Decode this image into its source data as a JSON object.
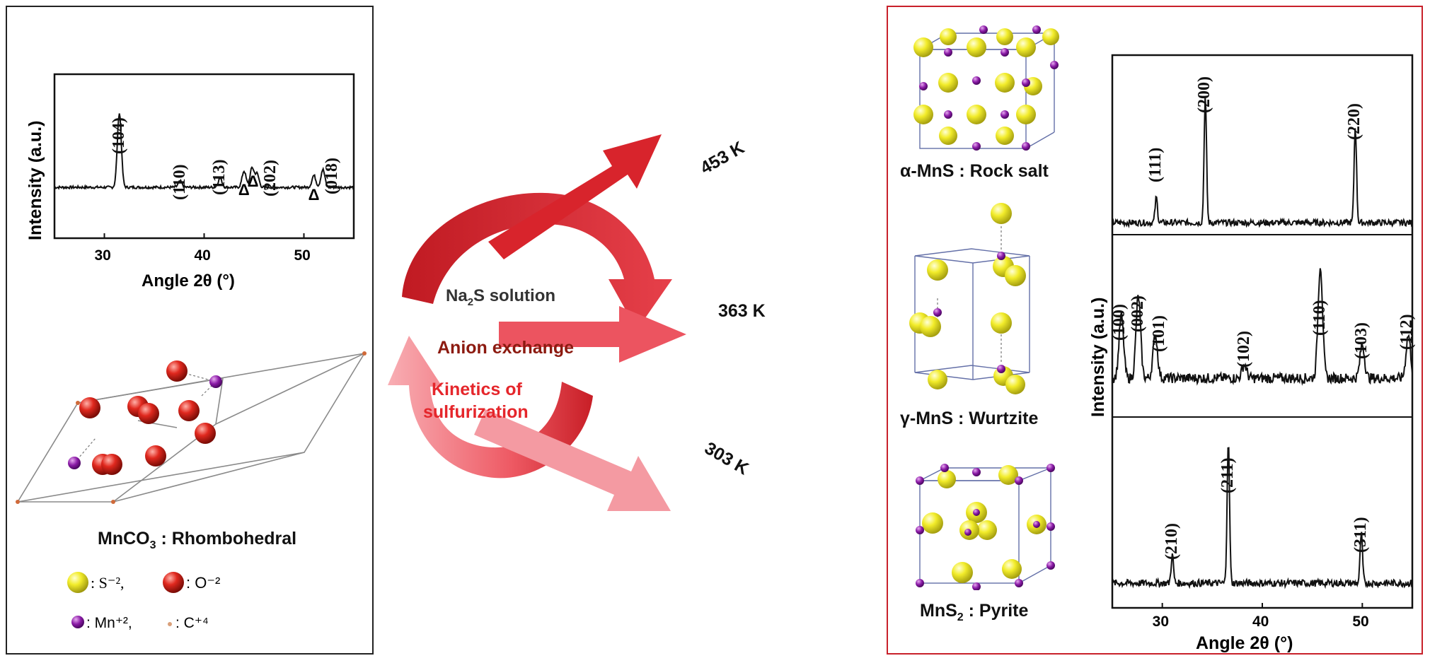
{
  "left_panel": {
    "xrd": {
      "ylabel": "Intensity (a.u.)",
      "xlabel": "Angle 2θ (°)",
      "ticks": [
        "30",
        "40",
        "50"
      ],
      "peaks": [
        "(104)",
        "(110)",
        "(113)",
        "(202)",
        "(018)"
      ],
      "impurity_marker": "Δ"
    },
    "structure_caption": {
      "formula": "MnCO",
      "sub": "3",
      "rest": " : Rhombohedral"
    },
    "legend": {
      "s": " : S⁻², ",
      "o": " : O⁻²",
      "mn": " : Mn⁺², ",
      "c": " : C⁺⁴"
    }
  },
  "center": {
    "cycle_text_1": {
      "pre": "Na",
      "sub": "2",
      "post": "S solution"
    },
    "cycle_text_2": "Anion exchange",
    "cycle_text_3_line1": "Kinetics of",
    "cycle_text_3_line2": "sulfurization",
    "arrow_top": "453 K",
    "arrow_mid": "363 K",
    "arrow_bot": "303 K",
    "colors": {
      "arrow_dark": "#d8242c",
      "arrow_mid": "#ec5460",
      "arrow_light": "#f49aa2",
      "anion_text": "#8c1a10",
      "kinetics_text": "#e5262b"
    }
  },
  "right_panel": {
    "structures": [
      {
        "caption": "α-MnS : Rock salt"
      },
      {
        "caption": "γ-MnS : Wurtzite"
      },
      {
        "caption_pre": "MnS",
        "caption_sub": "2",
        "caption_post": " : Pyrite"
      }
    ],
    "xrd": {
      "ylabel": "Intensity (a.u.)",
      "xlabel": "Angle 2θ (°)",
      "ticks": [
        "30",
        "40",
        "50"
      ],
      "top_peaks": [
        "(111)",
        "(200)",
        "(220)"
      ],
      "mid_peaks": [
        "(100)",
        "(002)",
        "(101)",
        "(102)",
        "(110)",
        "(103)",
        "(112)"
      ],
      "bot_peaks": [
        "(210)",
        "(211)",
        "(311)"
      ]
    }
  },
  "chart_data": [
    {
      "type": "line",
      "xlabel": "Angle 2θ (°)",
      "ylabel": "Intensity (a.u.)",
      "xlim": [
        25,
        55
      ],
      "peaks": [
        {
          "label": "(104)",
          "x": 31.5,
          "height": 1.0
        },
        {
          "label": "(110)",
          "x": 37.6,
          "height": 0.08
        },
        {
          "label": "(113)",
          "x": 41.6,
          "height": 0.12
        },
        {
          "label": "Δ",
          "x": 44.0,
          "height": 0.22
        },
        {
          "label": "Δ",
          "x": 44.8,
          "height": 0.26
        },
        {
          "label": "(202)",
          "x": 45.3,
          "height": 0.18
        },
        {
          "label": "Δ",
          "x": 51.0,
          "height": 0.16
        },
        {
          "label": "(018)",
          "x": 51.9,
          "height": 0.24
        }
      ]
    },
    {
      "type": "line",
      "name": "α-MnS",
      "xlabel": "Angle 2θ (°)",
      "ylabel": "Intensity (a.u.)",
      "xlim": [
        25,
        55
      ],
      "peaks": [
        {
          "label": "(111)",
          "x": 29.4,
          "height": 0.2
        },
        {
          "label": "(200)",
          "x": 34.3,
          "height": 1.0
        },
        {
          "label": "(220)",
          "x": 49.3,
          "height": 0.77
        }
      ]
    },
    {
      "type": "line",
      "name": "γ-MnS",
      "xlabel": "Angle 2θ (°)",
      "ylabel": "Intensity (a.u.)",
      "xlim": [
        25,
        55
      ],
      "peaks": [
        {
          "label": "(100)",
          "x": 25.9,
          "height": 0.55
        },
        {
          "label": "(002)",
          "x": 27.6,
          "height": 0.72
        },
        {
          "label": "(101)",
          "x": 29.3,
          "height": 0.38
        },
        {
          "label": "(102)",
          "x": 38.2,
          "height": 0.12
        },
        {
          "label": "(110)",
          "x": 45.8,
          "height": 1.0
        },
        {
          "label": "(103)",
          "x": 50.0,
          "height": 0.3
        },
        {
          "label": "(112)",
          "x": 54.6,
          "height": 0.38
        }
      ]
    },
    {
      "type": "line",
      "name": "MnS₂",
      "xlabel": "Angle 2θ (°)",
      "ylabel": "Intensity (a.u.)",
      "xlim": [
        25,
        55
      ],
      "peaks": [
        {
          "label": "(210)",
          "x": 31.0,
          "height": 0.2
        },
        {
          "label": "(211)",
          "x": 36.6,
          "height": 1.0
        },
        {
          "label": "(311)",
          "x": 49.9,
          "height": 0.35
        }
      ]
    }
  ]
}
